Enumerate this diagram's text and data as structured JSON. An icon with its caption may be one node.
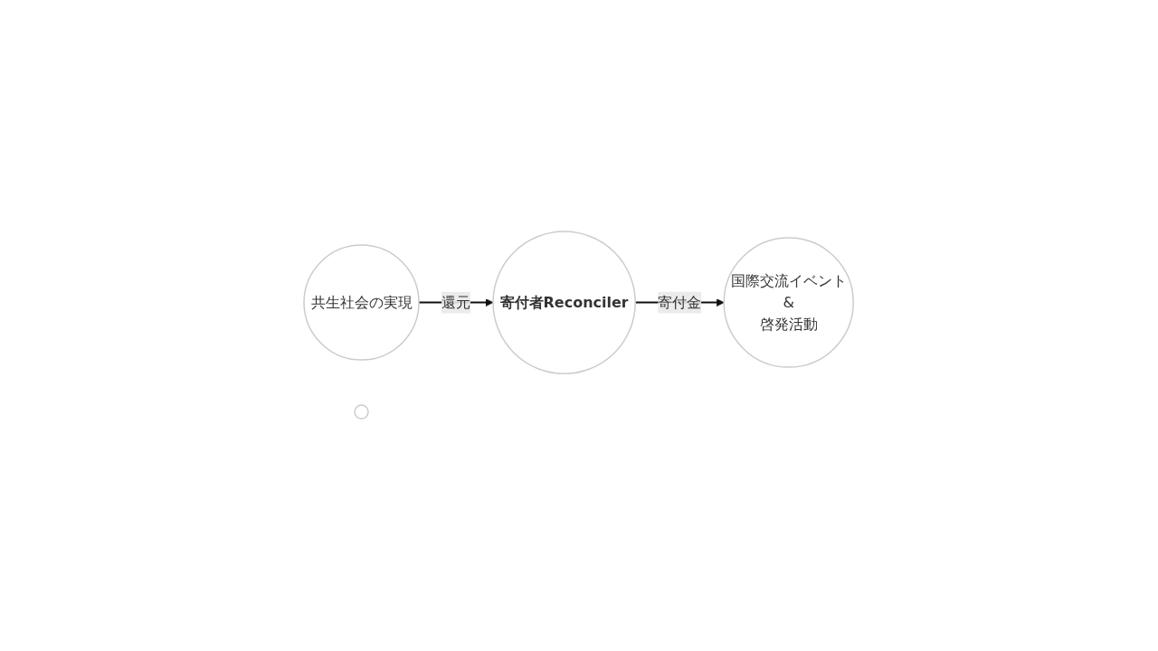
{
  "diagram": {
    "nodes": [
      {
        "text": [
          "寄付者Reconciler"
        ]
      },
      {
        "text": [
          "共生社会の実現"
        ]
      },
      {
        "text": [
          "国際交流イベント",
          "&",
          "啓発活動"
        ]
      },
      {
        "text": [],
        "shape": "circle"
      }
    ],
    "edges": [
      {
        "from": 0,
        "to": 2,
        "label": "寄付金",
        "arrow": "to"
      },
      {
        "from": 1,
        "to": 0,
        "label": "還元",
        "arrow": "to"
      }
    ]
  }
}
